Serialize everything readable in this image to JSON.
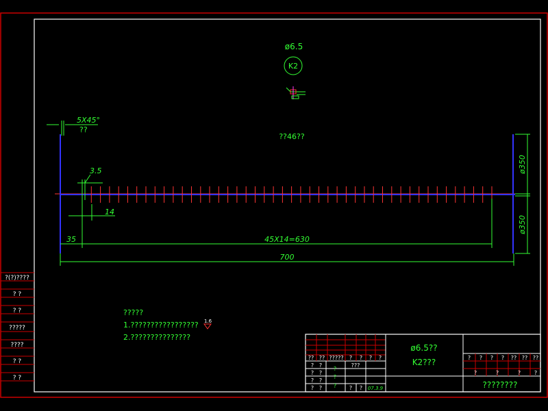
{
  "colors": {
    "background": "#000000",
    "border_outer": "#cc0000",
    "border_inner": "#ffffff",
    "title_block_line": "#cc0000",
    "text_green": "#33ff33",
    "text_white": "#ffffff",
    "shaft_axis": "#ff3333",
    "shaft_body": "#3333ff",
    "dimension": "#33ff33"
  },
  "header": {
    "diameter_label": "ø6.5",
    "section_tag": "K2",
    "pitch_note": "??46??"
  },
  "dimensions": {
    "chamfer": "5X45°",
    "chamfer_note": "??",
    "groove_width": "3.5",
    "pitch": "14",
    "start_offset": "35",
    "pattern": "45X14=630",
    "total_length": "700",
    "diameter_top": "ø350",
    "diameter_bottom": "ø350"
  },
  "notes": {
    "title": "?????",
    "line1": "1.?????????????????",
    "roughness": "1.6",
    "line2": "2.???????????????"
  },
  "left_strip": {
    "cells": [
      "?(?)????",
      "?  ?",
      "?  ?",
      "?????",
      "????",
      "?  ?",
      "?  ?"
    ]
  },
  "title_block": {
    "part_name": "ø6.5??",
    "part_code": "K2???",
    "header_row": [
      "??",
      "??",
      "?????",
      "?",
      "?",
      "?",
      "?"
    ],
    "row_a": [
      "?",
      "?",
      "?",
      "???"
    ],
    "row_b": [
      "?",
      "?",
      "?"
    ],
    "row_c": [
      "?",
      "?",
      "?"
    ],
    "row_d": [
      "?",
      "?",
      "?",
      "?",
      "?",
      "07.3.9"
    ],
    "right_header": [
      "?",
      "?",
      "?",
      "?",
      "??",
      "??",
      "??"
    ],
    "right_row": [
      "?",
      "?",
      "?",
      "?"
    ],
    "company": "????????"
  }
}
